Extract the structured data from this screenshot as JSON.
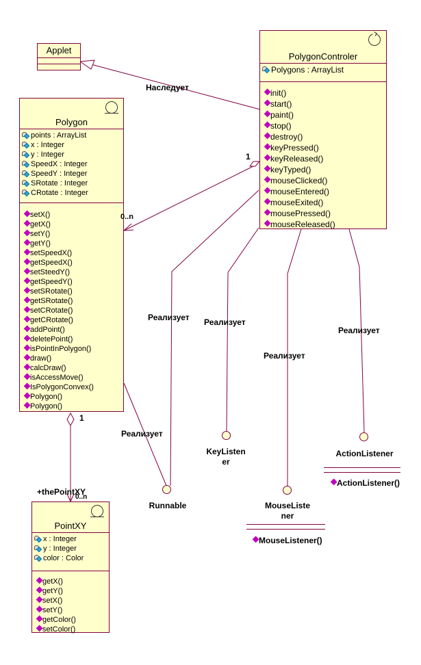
{
  "classes": {
    "applet": {
      "name": "Applet"
    },
    "polygon_controler": {
      "name": "PolygonControler",
      "attributes": [
        "Polygons : ArrayList"
      ],
      "operations": [
        "init()",
        "start()",
        "paint()",
        "stop()",
        "destroy()",
        "keyPressed()",
        "keyReleased()",
        "keyTyped()",
        "mouseClicked()",
        "mouseEntered()",
        "mouseExited()",
        "mousePressed()",
        "mouseReleased()"
      ]
    },
    "polygon": {
      "name": "Polygon",
      "attributes": [
        "points : ArrayList",
        "x : Integer",
        "y : Integer",
        "SpeedX : Integer",
        "SpeedY : Integer",
        "SRotate : Integer",
        "CRotate : Integer"
      ],
      "operations": [
        "setX()",
        "getX()",
        "setY()",
        "getY()",
        "setSpeedX()",
        "getSpeedX()",
        "setSteedY()",
        "getSpeedY()",
        "setSRotate()",
        "getSRotate()",
        "setCRotate()",
        "getCRotate()",
        "addPoint()",
        "deletePoint()",
        "isPointInPolygon()",
        "draw()",
        "calcDraw()",
        "isAccessMove()",
        "IsPolygonConvex()",
        "Polygon()",
        "Polygon()"
      ]
    },
    "pointxy": {
      "name": "PointXY",
      "attributes": [
        "x : Integer",
        "y : Integer",
        "color : Color"
      ],
      "operations": [
        "getX()",
        "getY()",
        "setX()",
        "setY()",
        "getColor()",
        "setColor()"
      ]
    }
  },
  "interfaces": {
    "runnable": {
      "name": "Runnable"
    },
    "keylistener": {
      "name_line1": "KeyListen",
      "name_line2": "er"
    },
    "mouselistener": {
      "name_line1": "MouseListe",
      "name_line2": "ner",
      "operation": "MouseListener()"
    },
    "actionlistener": {
      "name": "ActionListener",
      "operation": "ActionListener()"
    }
  },
  "relations": {
    "inherits_label": "Наследует",
    "realizes_label": "Реализует",
    "agg_controler_mult": "1",
    "agg_polygon_mult": "0..n",
    "agg_polygon_point_mult": "1",
    "role_thepoint": "+thePointXY",
    "role_pointxy_mult": "0..n"
  },
  "colors": {
    "line": "#800040",
    "class_fill": "#ffffcc",
    "operation_icon": "#c000c0",
    "attribute_icon": "#2aa9d9"
  }
}
